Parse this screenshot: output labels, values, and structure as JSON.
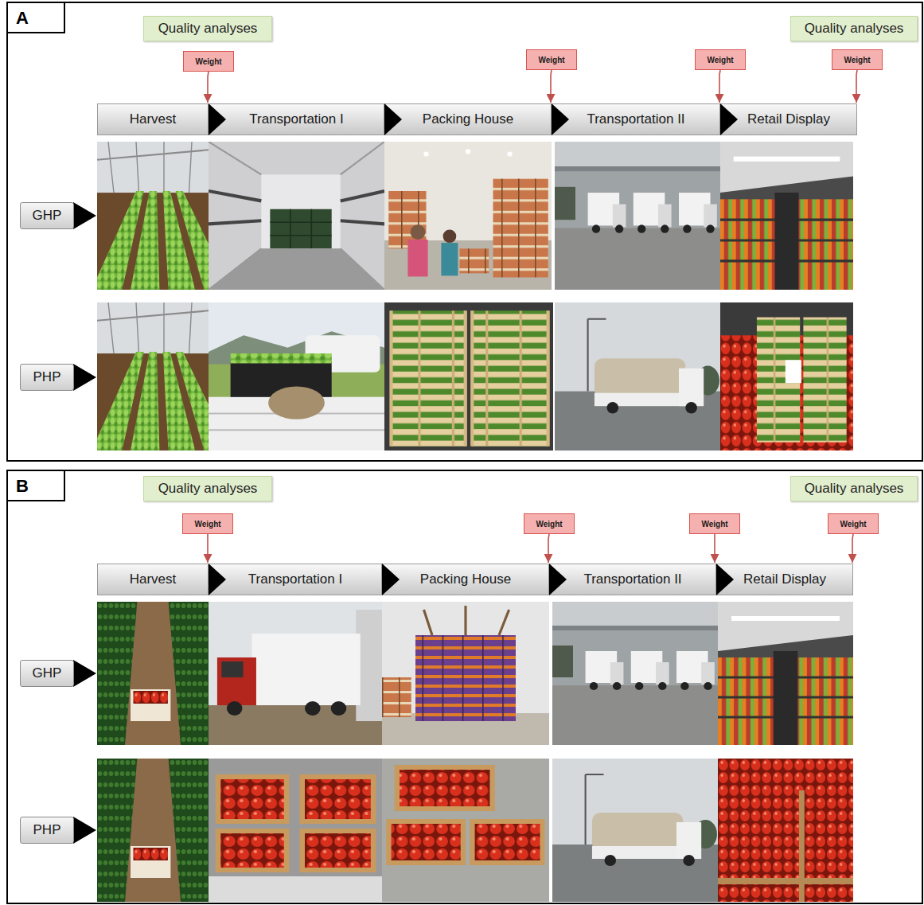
{
  "diagram": {
    "nodes": [
      {
        "text": [
          "A"
        ]
      },
      {
        "text": [
          "Quality analyses"
        ],
        "in": 0
      },
      {
        "text": [
          "Quality analyses"
        ],
        "in": 0
      },
      {
        "text": [
          "Weight"
        ],
        "in": 0
      },
      {
        "text": [
          "Weight"
        ],
        "in": 0
      },
      {
        "text": [
          "Weight"
        ],
        "in": 0
      },
      {
        "text": [
          "Weight"
        ],
        "in": 0
      },
      {
        "text": [
          "Harvest"
        ],
        "in": 0
      },
      {
        "text": [
          "Transportation I"
        ],
        "in": 0
      },
      {
        "text": [
          "Packing House"
        ],
        "in": 0
      },
      {
        "text": [
          "Transportation II"
        ],
        "in": 0
      },
      {
        "text": [
          "Retail Display"
        ],
        "in": 0
      },
      {
        "text": [
          "GHP"
        ],
        "in": 0
      },
      {
        "text": [
          "PHP"
        ],
        "in": 0
      },
      {
        "text": [
          "B"
        ]
      },
      {
        "text": [
          "Quality analyses"
        ],
        "in": 14
      },
      {
        "text": [
          "Quality analyses"
        ],
        "in": 14
      },
      {
        "text": [
          "Weight"
        ],
        "in": 14
      },
      {
        "text": [
          "Weight"
        ],
        "in": 14
      },
      {
        "text": [
          "Weight"
        ],
        "in": 14
      },
      {
        "text": [
          "Weight"
        ],
        "in": 14
      },
      {
        "text": [
          "Harvest"
        ],
        "in": 14
      },
      {
        "text": [
          "Transportation I"
        ],
        "in": 14
      },
      {
        "text": [
          "Packing House"
        ],
        "in": 14
      },
      {
        "text": [
          "Transportation II"
        ],
        "in": 14
      },
      {
        "text": [
          "Retail Display"
        ],
        "in": 14
      },
      {
        "text": [
          "GHP"
        ],
        "in": 14
      },
      {
        "text": [
          "PHP"
        ],
        "in": 14
      }
    ],
    "edges": [
      {
        "from": 3,
        "to": 7,
        "arrow": "to"
      },
      {
        "from": 4,
        "to": 9,
        "arrow": "to"
      },
      {
        "from": 5,
        "to": 10,
        "arrow": "to"
      },
      {
        "from": 6,
        "to": 11,
        "arrow": "to"
      },
      {
        "from": 7,
        "to": 8,
        "arrow": "to"
      },
      {
        "from": 8,
        "to": 9,
        "arrow": "to"
      },
      {
        "from": 9,
        "to": 10,
        "arrow": "to"
      },
      {
        "from": 10,
        "to": 11,
        "arrow": "to"
      },
      {
        "from": 17,
        "to": 21,
        "arrow": "to"
      },
      {
        "from": 18,
        "to": 23,
        "arrow": "to"
      },
      {
        "from": 19,
        "to": 24,
        "arrow": "to"
      },
      {
        "from": 20,
        "to": 25,
        "arrow": "to"
      },
      {
        "from": 21,
        "to": 22,
        "arrow": "to"
      },
      {
        "from": 22,
        "to": 23,
        "arrow": "to"
      },
      {
        "from": 23,
        "to": 24,
        "arrow": "to"
      },
      {
        "from": 24,
        "to": 25,
        "arrow": "to"
      }
    ]
  }
}
